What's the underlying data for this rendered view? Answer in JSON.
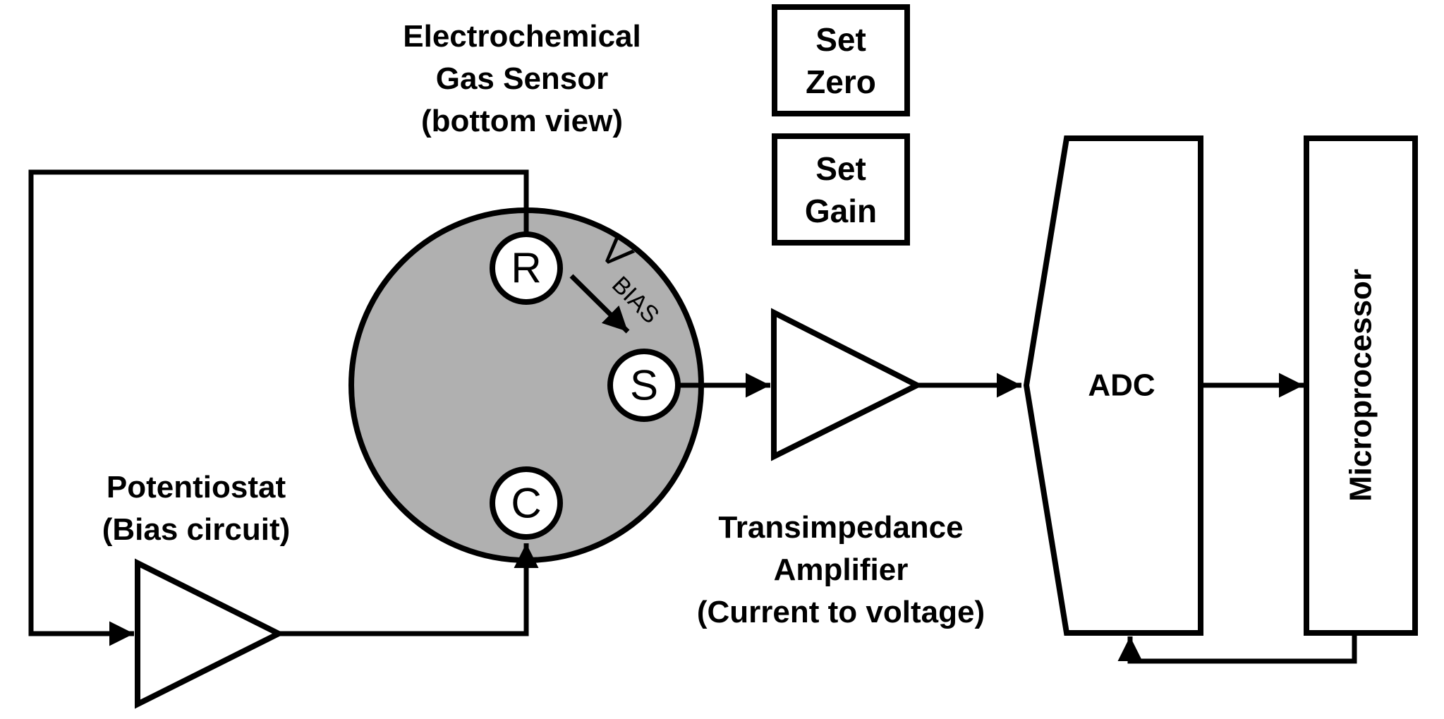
{
  "colors": {
    "stroke": "#000000",
    "sensor_fill": "#b0b0b0",
    "background": "#ffffff"
  },
  "labels": {
    "sensor": [
      "Electrochemical",
      "Gas Sensor",
      "(bottom view)"
    ],
    "potentiostat": [
      "Potentiostat",
      "(Bias circuit)"
    ],
    "tia": [
      "Transimpedance",
      "Amplifier",
      "(Current to voltage)"
    ],
    "set_zero": [
      "Set",
      "Zero"
    ],
    "set_gain": [
      "Set",
      "Gain"
    ],
    "adc": "ADC",
    "microprocessor": "Microprocessor",
    "vbias_main": "V",
    "vbias_sub": "BIAS"
  },
  "electrodes": {
    "reference": "R",
    "sensing": "S",
    "counter": "C"
  },
  "connections": [
    {
      "from": "reference-electrode",
      "to": "potentiostat-amplifier"
    },
    {
      "from": "potentiostat-amplifier",
      "to": "counter-electrode"
    },
    {
      "from": "sensing-electrode",
      "to": "transimpedance-amplifier"
    },
    {
      "from": "transimpedance-amplifier",
      "to": "adc"
    },
    {
      "from": "adc",
      "to": "microprocessor"
    },
    {
      "from": "microprocessor",
      "to": "adc"
    }
  ]
}
